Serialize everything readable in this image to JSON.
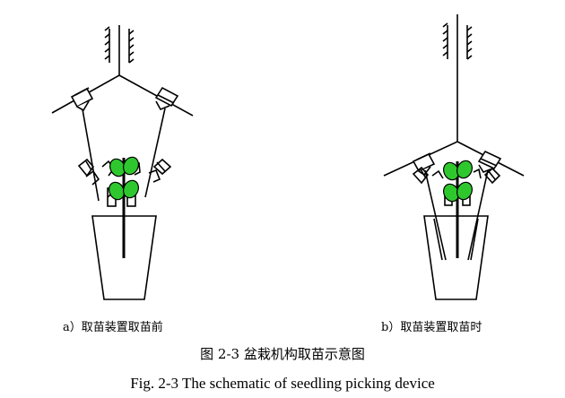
{
  "panels": {
    "a_label": "a）取苗装置取苗前",
    "b_label": "b）取苗装置取苗时"
  },
  "caption": {
    "chinese": "图  2-3  盆栽机构取苗示意图",
    "english": "Fig. 2-3 The schematic of seedling picking device"
  },
  "colors": {
    "line": "#000000",
    "leaf": "#2ec82e",
    "background": "#ffffff"
  }
}
